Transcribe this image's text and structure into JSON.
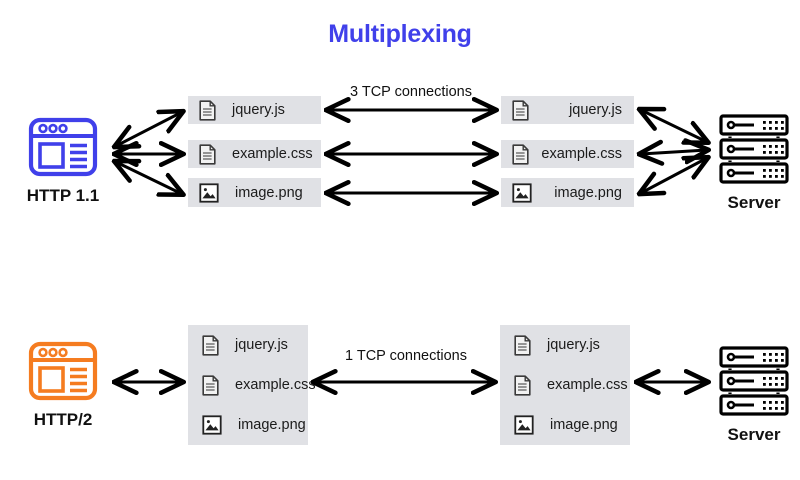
{
  "page": {
    "title": "Multiplexing",
    "title_color": "#4040ea",
    "background": "#ffffff",
    "filebox_color": "#e0e1e5",
    "arrow_color": "#000000"
  },
  "sections": [
    {
      "id": "http11",
      "client": {
        "label": "HTTP 1.1",
        "icon": "browser-window-icon",
        "icon_color": "#4040ea"
      },
      "server": {
        "label": "Server",
        "icon": "server-rack-icon",
        "icon_color": "#000000"
      },
      "connection_label": "3 TCP connections",
      "client_files": [
        {
          "name": "jquery.js",
          "icon": "document-icon"
        },
        {
          "name": "example.css",
          "icon": "document-icon"
        },
        {
          "name": "image.png",
          "icon": "image-file-icon"
        }
      ],
      "server_files": [
        {
          "name": "jquery.js",
          "icon": "document-icon"
        },
        {
          "name": "example.css",
          "icon": "document-icon"
        },
        {
          "name": "image.png",
          "icon": "image-file-icon"
        }
      ]
    },
    {
      "id": "http2",
      "client": {
        "label": "HTTP/2",
        "icon": "browser-window-icon",
        "icon_color": "#f57c20"
      },
      "server": {
        "label": "Server",
        "icon": "server-rack-icon",
        "icon_color": "#000000"
      },
      "connection_label": "1 TCP connections",
      "client_files": [
        {
          "name": "jquery.js",
          "icon": "document-icon"
        },
        {
          "name": "example.css",
          "icon": "document-icon"
        },
        {
          "name": "image.png",
          "icon": "image-file-icon"
        }
      ],
      "server_files": [
        {
          "name": "jquery.js",
          "icon": "document-icon"
        },
        {
          "name": "example.css",
          "icon": "document-icon"
        },
        {
          "name": "image.png",
          "icon": "image-file-icon"
        }
      ]
    }
  ]
}
